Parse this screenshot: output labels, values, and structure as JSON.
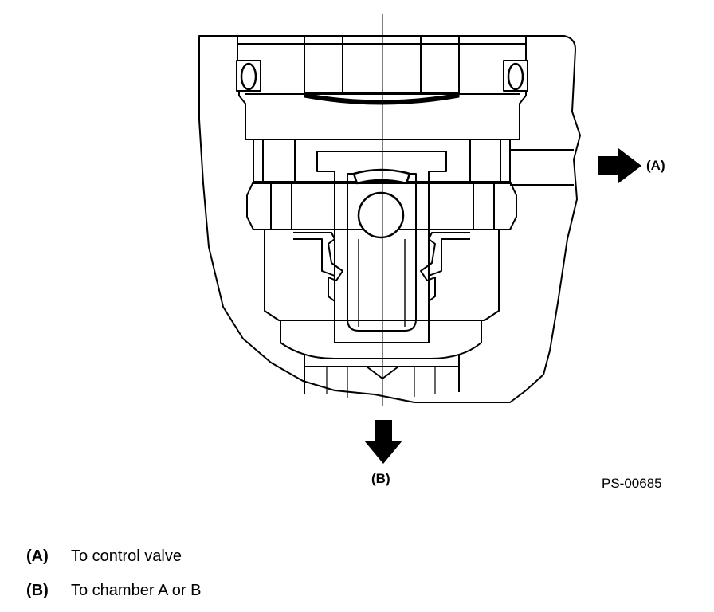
{
  "diagram": {
    "callouts": {
      "a": "(A)",
      "b": "(B)"
    },
    "figure_code": "PS-00685"
  },
  "legend": [
    {
      "key": "(A)",
      "text": "To control valve"
    },
    {
      "key": "(B)",
      "text": "To chamber A or B"
    }
  ]
}
